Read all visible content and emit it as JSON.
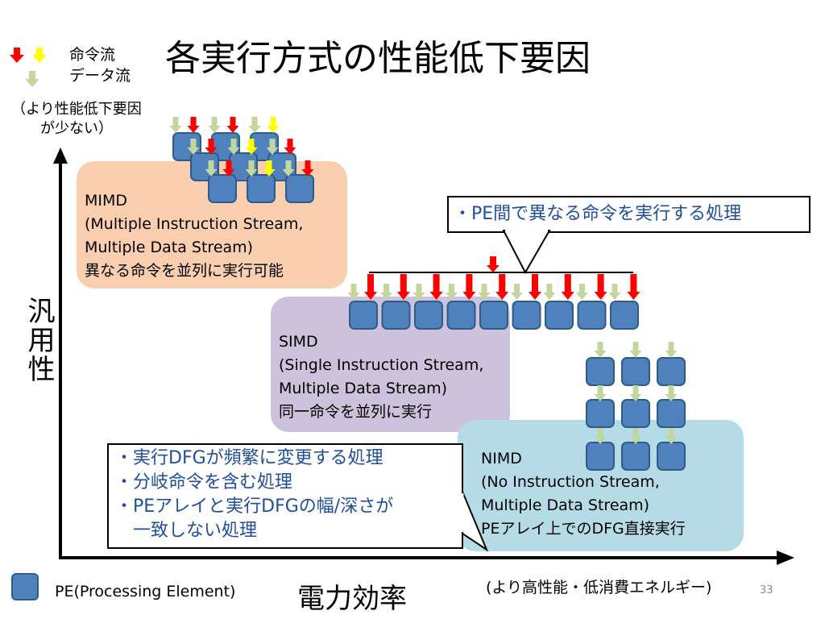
{
  "title": "各実行方式の性能低下要因",
  "legend": {
    "instruction_flow": "命令流",
    "data_flow": "データ流",
    "pe_label": "PE(Processing Element)",
    "colors": {
      "instruction_red": "#ff0000",
      "instruction_yellow": "#ffff00",
      "data_green": "#c3d69b",
      "pe_fill": "#4f81bd",
      "pe_border": "#2e5c8a"
    }
  },
  "axis": {
    "y_label": "汎用性",
    "x_label": "電力効率",
    "top_note": [
      "（より性能低下要因",
      "が少ない）"
    ],
    "x_note": "(より高性能・低消費エネルギー)"
  },
  "mimd": {
    "lines": [
      "MIMD",
      "(Multiple Instruction Stream,",
      "Multiple Data Stream)",
      "異なる命令を並列に実行可能"
    ]
  },
  "simd": {
    "lines": [
      "SIMD",
      "(Single Instruction Stream,",
      "Multiple Data Stream)",
      "同一命令を並列に実行"
    ],
    "callout": "・PE間で異なる命令を実行する処理"
  },
  "nimd": {
    "lines": [
      "NIMD",
      "(No Instruction Stream,",
      "Multiple Data Stream)",
      "PEアレイ上でのDFG直接実行"
    ]
  },
  "bottom_callout": {
    "lines": [
      "・実行DFGが頻繁に変更する処理",
      "・分岐命令を含む処理",
      "・PEアレイと実行DFGの幅/深さが",
      "　一致しない処理"
    ]
  },
  "page_number": "33"
}
